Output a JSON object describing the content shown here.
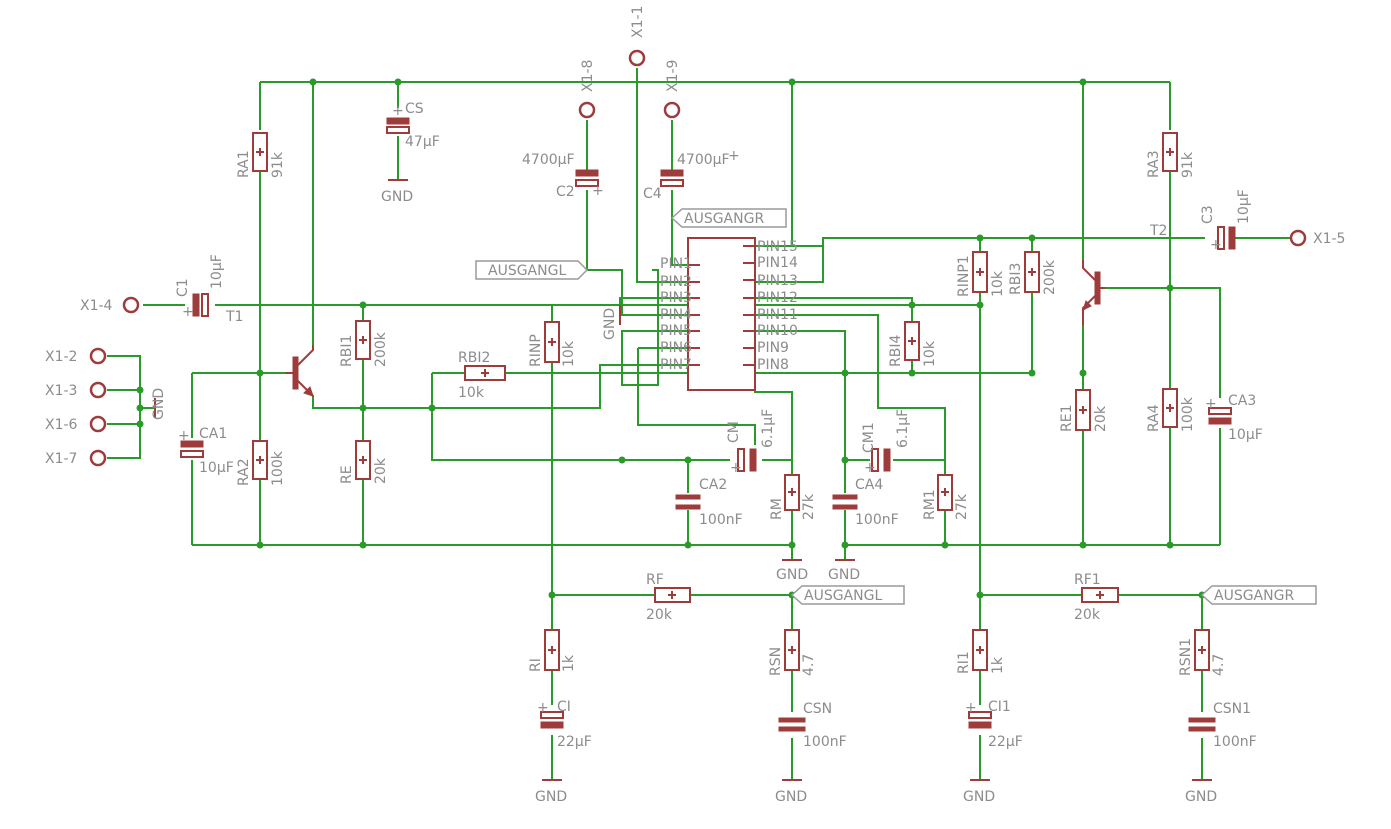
{
  "terminals": [
    "X1-1",
    "X1-2",
    "X1-3",
    "X1-4",
    "X1-5",
    "X1-6",
    "X1-7",
    "X1-8",
    "X1-9"
  ],
  "resistors": {
    "RA1": {
      "name": "RA1",
      "value": "91k"
    },
    "RA2": {
      "name": "RA2",
      "value": "100k"
    },
    "RBI1": {
      "name": "RBI1",
      "value": "200k"
    },
    "RE": {
      "name": "RE",
      "value": "20k"
    },
    "RBI2": {
      "name": "RBI2",
      "value": "10k"
    },
    "RINP": {
      "name": "RINP",
      "value": "10k"
    },
    "RM": {
      "name": "RM",
      "value": "27k"
    },
    "RF": {
      "name": "RF",
      "value": "20k"
    },
    "RI": {
      "name": "RI",
      "value": "1k"
    },
    "RSN": {
      "name": "RSN",
      "value": "4.7"
    },
    "RA3": {
      "name": "RA3",
      "value": "91k"
    },
    "RA4": {
      "name": "RA4",
      "value": "100k"
    },
    "RINP1": {
      "name": "RINP1",
      "value": "10k"
    },
    "RBI3": {
      "name": "RBI3",
      "value": "200k"
    },
    "RBI4": {
      "name": "RBI4",
      "value": "10k"
    },
    "RE1": {
      "name": "RE1",
      "value": "20k"
    },
    "RM1": {
      "name": "RM1",
      "value": "27k"
    },
    "RF1": {
      "name": "RF1",
      "value": "20k"
    },
    "RI1": {
      "name": "RI1",
      "value": "1k"
    },
    "RSN1": {
      "name": "RSN1",
      "value": "4.7"
    }
  },
  "capacitors": {
    "CS": {
      "name": "CS",
      "value": "47µF"
    },
    "C1": {
      "name": "C1",
      "value": "10µF"
    },
    "CA1": {
      "name": "CA1",
      "value": "10µF"
    },
    "C2": {
      "name": "C2",
      "value": "4700µF"
    },
    "C4": {
      "name": "C4",
      "value": "4700µF"
    },
    "CM": {
      "name": "CM",
      "value": "6.1µF"
    },
    "CA2": {
      "name": "CA2",
      "value": "100nF"
    },
    "CI": {
      "name": "CI",
      "value": "22µF"
    },
    "CSN": {
      "name": "CSN",
      "value": "100nF"
    },
    "CM1": {
      "name": "CM1",
      "value": "6.1µF"
    },
    "CA4": {
      "name": "CA4",
      "value": "100nF"
    },
    "C3": {
      "name": "C3",
      "value": "10µF"
    },
    "CA3": {
      "name": "CA3",
      "value": "10µF"
    },
    "CI1": {
      "name": "CI1",
      "value": "22µF"
    },
    "CSN1": {
      "name": "CSN1",
      "value": "100nF"
    }
  },
  "transistors": {
    "T1": "T1",
    "T2": "T2"
  },
  "gnd_label": "GND",
  "plus_sign": "+",
  "ic": {
    "left_pins": [
      "PIN1",
      "PIN2",
      "PIN3",
      "PIN4",
      "PIN5",
      "PIN6",
      "PIN7"
    ],
    "right_pins": [
      "PIN15",
      "PIN14",
      "PIN13",
      "PIN12",
      "PIN11",
      "PIN10",
      "PIN9",
      "PIN8"
    ]
  },
  "net_labels": {
    "left": "AUSGANGL",
    "right": "AUSGANGR"
  },
  "colors": {
    "wire": "#2a9a2a",
    "component": "#9e3b3b",
    "text": "#8c8c8c"
  }
}
